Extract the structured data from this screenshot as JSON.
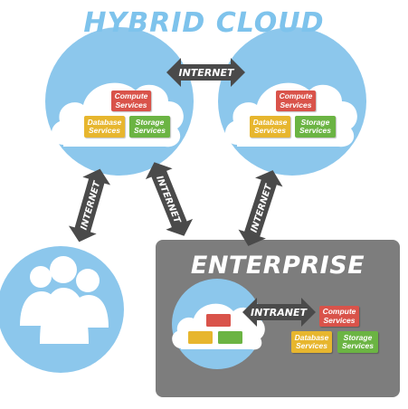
{
  "title": "HYBRID CLOUD",
  "enterprise_label": "ENTERPRISE",
  "link_internet": "INTERNET",
  "link_intranet": "INTRANET",
  "services": {
    "compute": "Compute\nServices",
    "database": "Database\nServices",
    "storage": "Storage\nServices"
  },
  "colors": {
    "title": "#7ec3ec",
    "sky": "#8cc7ec",
    "cloud": "#ffffff",
    "enterprise_box": "#7d7d7d",
    "arrow": "#4a4a4a",
    "compute": "#d9534a",
    "database": "#e7b62e",
    "storage": "#6bb443"
  }
}
